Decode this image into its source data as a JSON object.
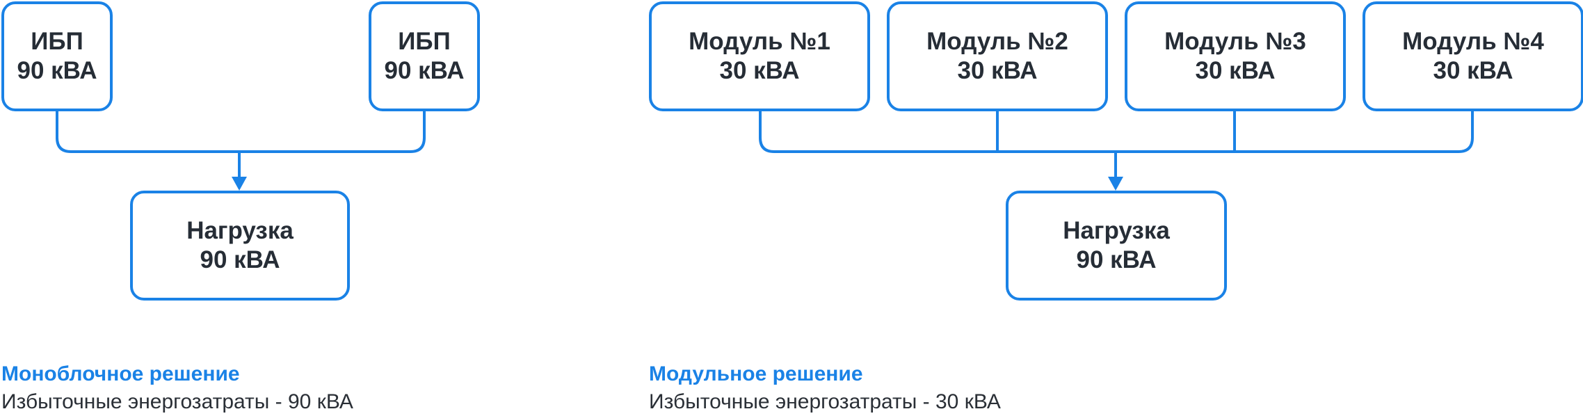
{
  "left": {
    "ups_a": {
      "name": "ИБП",
      "power": "90 кВА"
    },
    "ups_b": {
      "name": "ИБП",
      "power": "90 кВА"
    },
    "load": {
      "name": "Нагрузка",
      "power": "90 кВА"
    },
    "caption": {
      "title": "Моноблочное решение",
      "text": "Избыточные энергозатраты - 90 кВА"
    }
  },
  "right": {
    "modules": [
      {
        "name": "Модуль №1",
        "power": "30 кВА"
      },
      {
        "name": "Модуль №2",
        "power": "30 кВА"
      },
      {
        "name": "Модуль №3",
        "power": "30 кВА"
      },
      {
        "name": "Модуль №4",
        "power": "30 кВА"
      }
    ],
    "load": {
      "name": "Нагрузка",
      "power": "90 кВА"
    },
    "caption": {
      "title": "Модульное решение",
      "text": "Избыточные энергозатраты - 30 кВА"
    }
  },
  "colors": {
    "accent": "#1a82e6",
    "text": "#262d36"
  }
}
